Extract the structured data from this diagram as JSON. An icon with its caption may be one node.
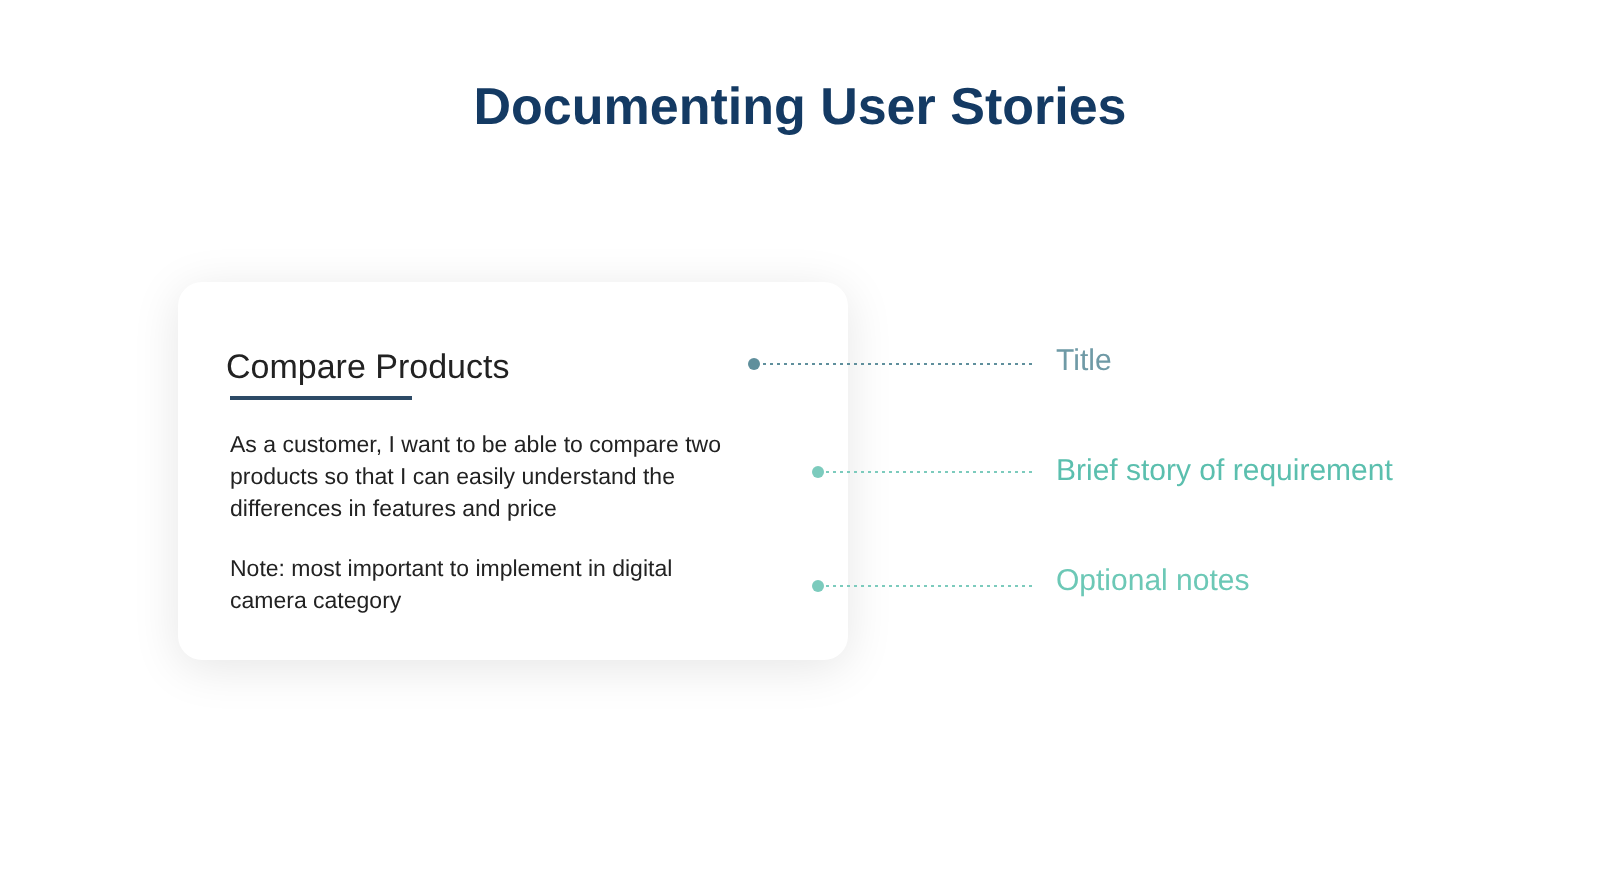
{
  "diagram": {
    "title": "Documenting User Stories",
    "nodes": [
      {
        "text": [],
        "shape": "box"
      },
      {
        "text": [
          "Compare Products"
        ],
        "in": 0
      },
      {
        "text": [],
        "shape": "circle",
        "in": 0
      },
      {
        "text": [
          "As a customer, I want to be able to compare two products so that I can easily understand the differences in features and price"
        ],
        "in": 0
      },
      {
        "text": [],
        "shape": "circle",
        "in": 0
      },
      {
        "text": [
          "Note: most important to implement in digital camera category"
        ],
        "in": 0
      },
      {
        "text": [],
        "shape": "circle",
        "in": 0
      },
      {
        "text": [
          "Title"
        ]
      },
      {
        "text": [
          "Brief story of requirement"
        ]
      },
      {
        "text": [
          "Optional notes"
        ]
      }
    ],
    "edges": [
      {
        "from": 7,
        "to": 2,
        "arrow": "none",
        "style": "dashed",
        "color": "#5f8f9c"
      },
      {
        "from": 8,
        "to": 4,
        "arrow": "none",
        "style": "dashed"
      },
      {
        "from": 9,
        "to": 6,
        "arrow": "none",
        "style": "dashed"
      }
    ]
  }
}
